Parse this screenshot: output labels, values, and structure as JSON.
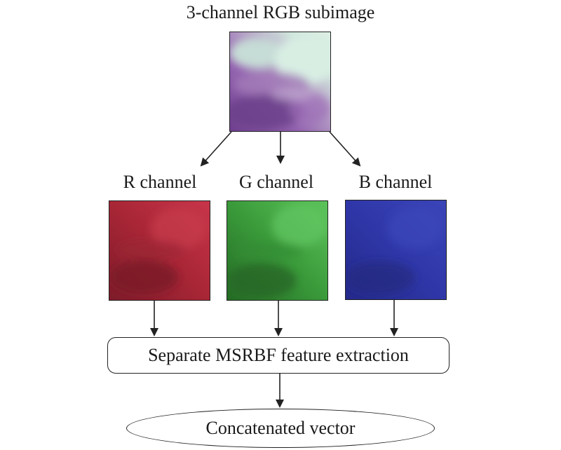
{
  "title": "3-channel RGB subimage",
  "channels": [
    {
      "label": "R channel",
      "color": "#b0283a"
    },
    {
      "label": "G channel",
      "color": "#3fa53f"
    },
    {
      "label": "B channel",
      "color": "#2e36a6"
    }
  ],
  "process_box": "Separate MSRBF feature extraction",
  "output": "Concatenated vector",
  "colors": {
    "line": "#222222",
    "source_light": "#c9e6da",
    "source_purple": "#8a5aa6"
  }
}
